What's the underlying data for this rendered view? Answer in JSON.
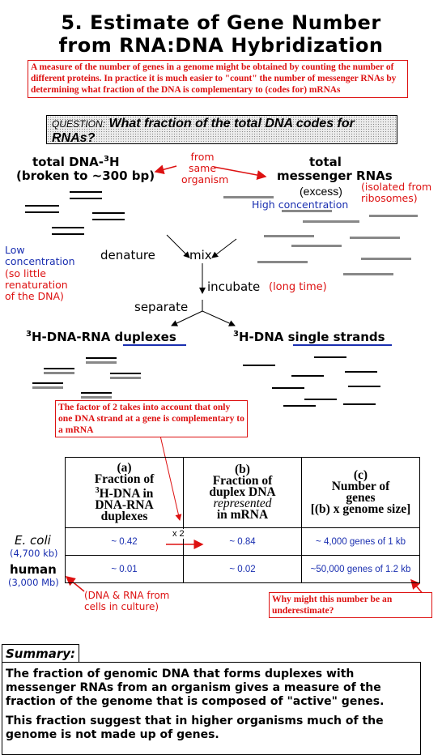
{
  "title_line1": "5. Estimate of Gene Number",
  "title_line2": "from RNA:DNA Hybridization",
  "intro": "A measure of the number of genes in a genome might be obtained by counting the number of different proteins. In practice it is much easier to \"count\" the number of messenger RNAs by determining what fraction of the DNA is complementary to (codes for) mRNAs",
  "question": {
    "label": "QUESTION:",
    "text": "What fraction of the total DNA codes for RNAs?"
  },
  "labels": {
    "total_dna": "total DNA-",
    "total_dna_sup": "3",
    "total_dna_h": "H",
    "broken": "(broken to ~300 bp)",
    "from_same": "from",
    "same": "same",
    "organism": "organism",
    "total": "total",
    "messenger_rnas": "messenger RNAs",
    "excess": "(excess)",
    "isolated1": "(isolated from",
    "isolated2": "ribosomes)",
    "high_conc": "High concentration",
    "low1": "Low",
    "low2": "concentration",
    "low3": "(so little",
    "low4": "renaturation",
    "low5": "of the DNA)",
    "denature": "denature",
    "mix": "mix",
    "incubate": "incubate",
    "long_time": "(long time)",
    "separate": "separate",
    "duplex_sup": "3",
    "duplex_prefix": "H-DNA-RNA ",
    "duplexes": "duplexes",
    "ss_sup": "3",
    "ss_prefix": "H-DNA ",
    "single_strands": "single strands"
  },
  "factor_note": "The factor of 2 takes into account that only one DNA strand at a gene is complementary to a mRNA",
  "table": {
    "col_a": {
      "letter": "(a)",
      "l1": "Fraction of",
      "sup": "3",
      "l2": "H-DNA in",
      "l3": "DNA-RNA",
      "l4": "duplexes"
    },
    "col_b": {
      "letter": "(b)",
      "l1": "Fraction of",
      "l2": "duplex DNA",
      "l3": "represented",
      "l4": "in mRNA"
    },
    "col_c": {
      "letter": "(c)",
      "l1": "Number of",
      "l2": "genes",
      "l3": "[(b) x genome size]"
    },
    "rows": [
      {
        "a": "~ 0.42",
        "b": "~ 0.84",
        "c": "~ 4,000 genes of 1 kb"
      },
      {
        "a": "~ 0.01",
        "b": "~ 0.02",
        "c": "~50,000 genes of 1.2 kb"
      }
    ],
    "x2": "x 2"
  },
  "organisms": {
    "ecoli": "E. coli",
    "ecoli_size": "(4,700 kb)",
    "human": "human",
    "human_size": "(3,000 Mb)",
    "culture1": "(DNA & RNA from",
    "culture2": "cells in culture)"
  },
  "underestimate": "Why might this number be an underestimate?",
  "summary": {
    "label": "Summary:",
    "p1": "The fraction of genomic DNA that forms duplexes with messenger RNAs from an organism gives a measure of the fraction of the genome that is composed of \"active\" genes.",
    "p2": "This fraction suggest that in higher organisms much of the genome is not made up of genes."
  },
  "colors": {
    "red": "#d11111",
    "blue": "#1a2fb0",
    "rna_gray": "#888888"
  }
}
